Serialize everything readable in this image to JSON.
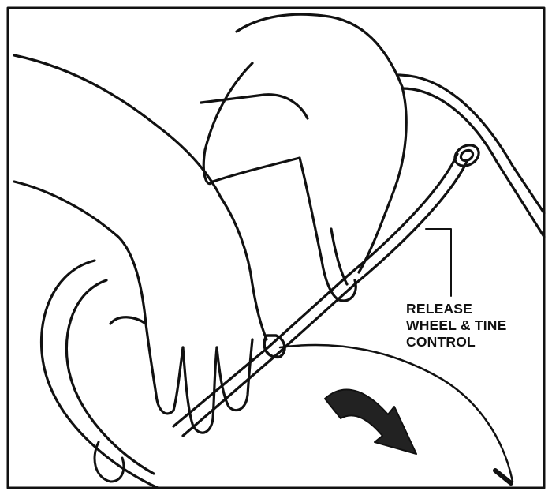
{
  "callout": {
    "lines": [
      "RELEASE",
      "WHEEL & TINE",
      "CONTROL"
    ]
  },
  "colors": {
    "ink": "#111111",
    "background": "#ffffff",
    "arrow": "#222222"
  }
}
